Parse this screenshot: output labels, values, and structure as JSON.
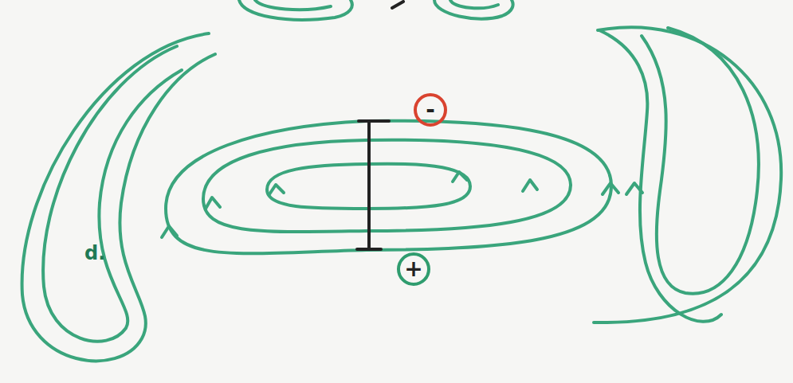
{
  "diagram": {
    "nodes": [
      {
        "text": [
          "-"
        ]
      },
      {
        "text": [
          "+"
        ]
      }
    ],
    "labels": [
      "d."
    ]
  }
}
